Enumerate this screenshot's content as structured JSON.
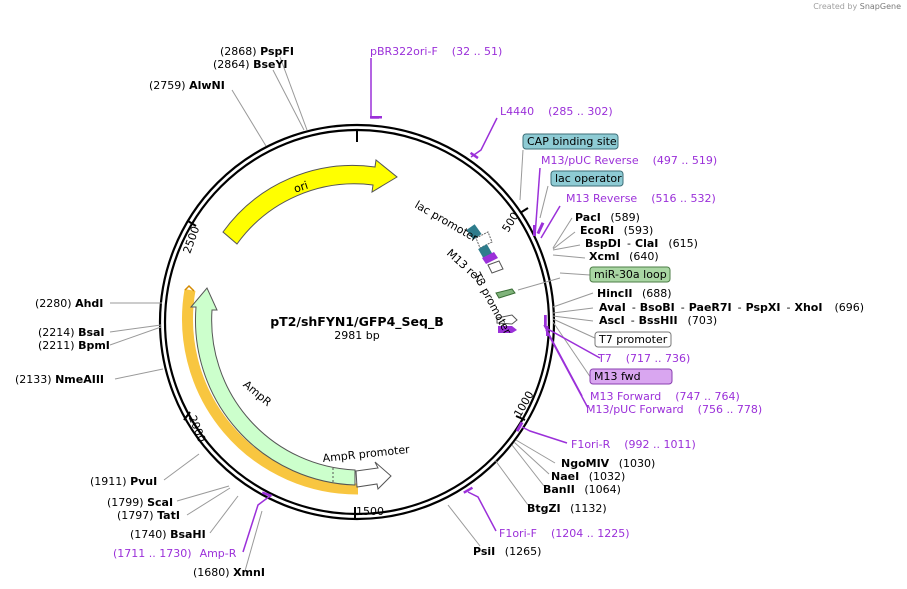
{
  "credit": {
    "prefix": "Created by",
    "brand": "SnapGene"
  },
  "map": {
    "name": "pT2/shFYN1/GFP4_Seq_B",
    "length_label": "2981 bp"
  },
  "ticks": [
    "500",
    "1000",
    "1500",
    "2000",
    "2500"
  ],
  "features": [
    {
      "name": "ori",
      "color": "#ffff00"
    },
    {
      "name": "AmpR",
      "color": "#ccffcc"
    },
    {
      "name": "AmpR promoter",
      "color": "#ffffff"
    },
    {
      "name": "lac promoter",
      "color": "#ffffff"
    },
    {
      "name": "M13 rev",
      "color": "#ffffff"
    },
    {
      "name": "T3 promoter",
      "color": "#ffffff"
    }
  ],
  "boxed_features": [
    {
      "name": "CAP binding site",
      "color": "#8ecbd4"
    },
    {
      "name": "lac operator",
      "color": "#8ecbd4"
    },
    {
      "name": "miR-30a loop",
      "color": "#a9d6a3"
    },
    {
      "name": "T7 promoter",
      "color": "#ffffff"
    },
    {
      "name": "M13 fwd",
      "color": "#d9a6f0"
    }
  ],
  "enzymes": [
    {
      "name": "PspFI",
      "pos": "(2868)"
    },
    {
      "name": "BseYI",
      "pos": "(2864)"
    },
    {
      "name": "AlwNI",
      "pos": "(2759)"
    },
    {
      "name": "AhdI",
      "pos": "(2280)"
    },
    {
      "name": "BsaI",
      "pos": "(2214)"
    },
    {
      "name": "BpmI",
      "pos": "(2211)"
    },
    {
      "name": "NmeAIII",
      "pos": "(2133)"
    },
    {
      "name": "PvuI",
      "pos": "(1911)"
    },
    {
      "name": "ScaI",
      "pos": "(1799)"
    },
    {
      "name": "TatI",
      "pos": "(1797)"
    },
    {
      "name": "BsaHI",
      "pos": "(1740)"
    },
    {
      "name": "XmnI",
      "pos": "(1680)"
    },
    {
      "name": "PsiI",
      "pos": "(1265)"
    },
    {
      "name": "BtgZI",
      "pos": "(1132)"
    },
    {
      "name": "BanII",
      "pos": "(1064)"
    },
    {
      "name": "NaeI",
      "pos": "(1032)"
    },
    {
      "name": "NgoMIV",
      "pos": "(1030)"
    },
    {
      "name": "PacI",
      "pos": "(589)"
    },
    {
      "name": "EcoRI",
      "pos": "(593)"
    },
    {
      "name": "XcmI",
      "pos": "(640)"
    },
    {
      "name": "HincII",
      "pos": "(688)"
    }
  ],
  "enzyme_groups": [
    {
      "names": [
        "BspDI",
        "ClaI"
      ],
      "pos": "(615)"
    },
    {
      "names": [
        "AvaI",
        "BsoBI",
        "PaeR7I",
        "PspXI",
        "XhoI"
      ],
      "pos": "(696)"
    },
    {
      "names": [
        "AscI",
        "BssHII"
      ],
      "pos": "(703)"
    }
  ],
  "primers": [
    {
      "name": "pBR322ori-F",
      "range": "(32 .. 51)"
    },
    {
      "name": "L4440",
      "range": "(285 .. 302)"
    },
    {
      "name": "M13/pUC Reverse",
      "range": "(497 .. 519)"
    },
    {
      "name": "M13 Reverse",
      "range": "(516 .. 532)"
    },
    {
      "name": "T7",
      "range": "(717 .. 736)"
    },
    {
      "name": "M13 Forward",
      "range": "(747 .. 764)"
    },
    {
      "name": "M13/pUC Forward",
      "range": "(756 .. 778)"
    },
    {
      "name": "F1ori-R",
      "range": "(992 .. 1011)"
    },
    {
      "name": "F1ori-F",
      "range": "(1204 .. 1225)"
    },
    {
      "name": "Amp-R",
      "range": "(1711 .. 1730)"
    }
  ]
}
